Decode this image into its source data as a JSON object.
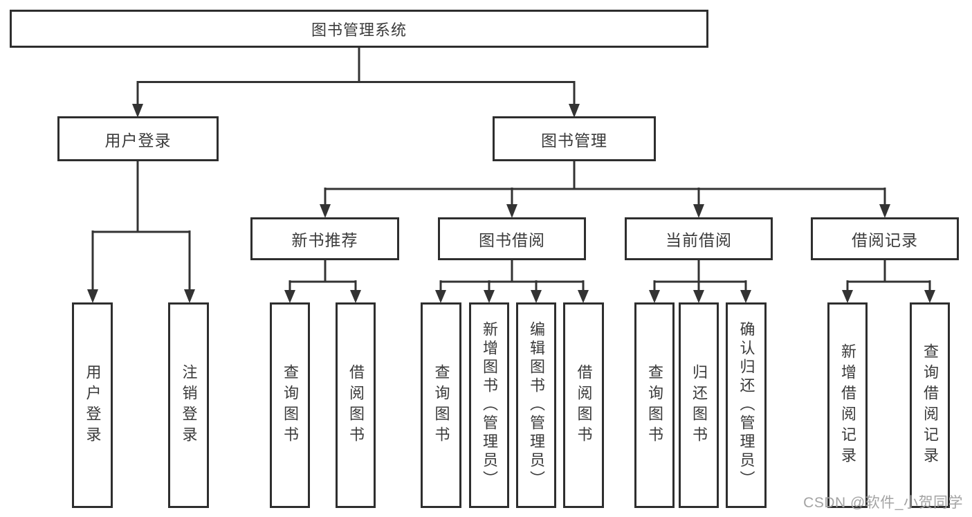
{
  "nodes": {
    "root": "图书管理系统",
    "login": "用户登录",
    "mgmt": "图书管理",
    "rec": "新书推荐",
    "borrow": "图书借阅",
    "current": "当前借阅",
    "records": "借阅记录",
    "leaf_login": "用户登录",
    "leaf_logout": "注销登录",
    "leaf_rec_query": "查询图书",
    "leaf_rec_borrow": "借阅图书",
    "leaf_borrow_query": "查询图书",
    "leaf_borrow_add": "新增图书（管理员）",
    "leaf_borrow_edit": "编辑图书（管理员）",
    "leaf_borrow_borrow": "借阅图书",
    "leaf_current_query": "查询图书",
    "leaf_current_return": "归还图书",
    "leaf_current_confirm": "确认归还（管理员）",
    "leaf_records_add": "新增借阅记录",
    "leaf_records_query": "查询借阅记录"
  },
  "watermark": "CSDN @软件_小贺同学",
  "colors": {
    "line": "#333333",
    "box_border": "#2e2e2e",
    "text": "#3a3a3a",
    "watermark": "#a3a3a3",
    "background": "#ffffff"
  }
}
